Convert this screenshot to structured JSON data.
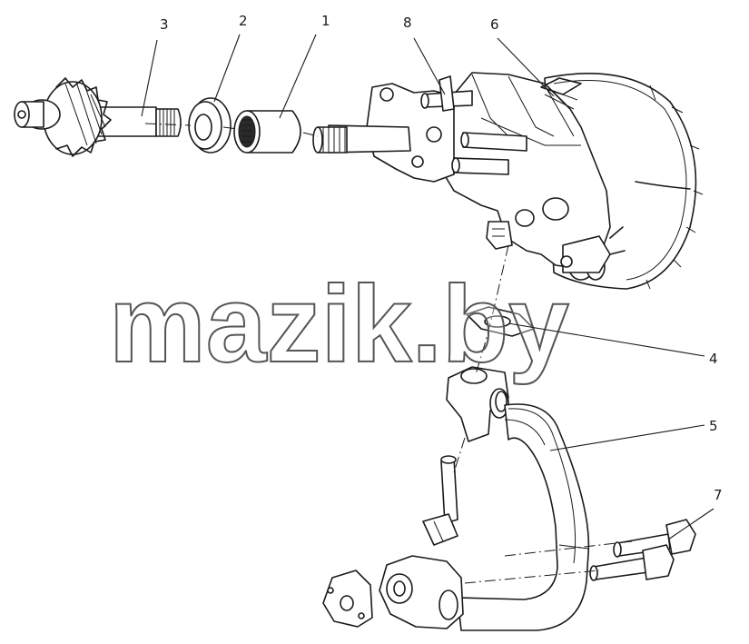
{
  "watermark": "mazik.by",
  "callouts": [
    {
      "id": "c3",
      "label": "3"
    },
    {
      "id": "c2",
      "label": "2"
    },
    {
      "id": "c1",
      "label": "1"
    },
    {
      "id": "c8",
      "label": "8"
    },
    {
      "id": "c6",
      "label": "6"
    },
    {
      "id": "c4",
      "label": "4"
    },
    {
      "id": "c5",
      "label": "5"
    },
    {
      "id": "c7",
      "label": "7"
    }
  ]
}
